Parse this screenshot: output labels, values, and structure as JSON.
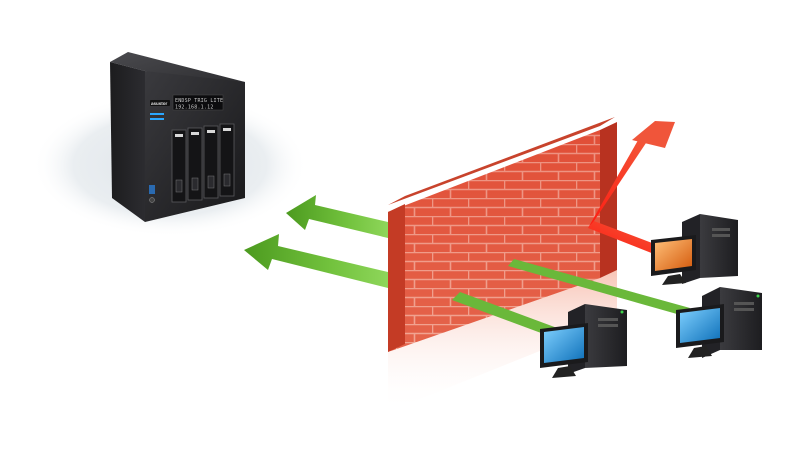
{
  "nas": {
    "brand": "asustor",
    "lcd_line1": "ENDSP TRIG LITE",
    "lcd_line2": "192.168.1.12"
  },
  "colors": {
    "allowed_arrow": "#6fc13a",
    "blocked_arrow": "#e8291b",
    "brick": "#e0543a",
    "mortar": "#f3b6a8",
    "nas_body": "#2b2b2e",
    "monitor_blue": "#1d8fd8",
    "monitor_orange": "#e3781b"
  },
  "icons": [
    "nas-server-icon",
    "firewall-icon",
    "desktop-computer-icon",
    "arrow-icon"
  ]
}
